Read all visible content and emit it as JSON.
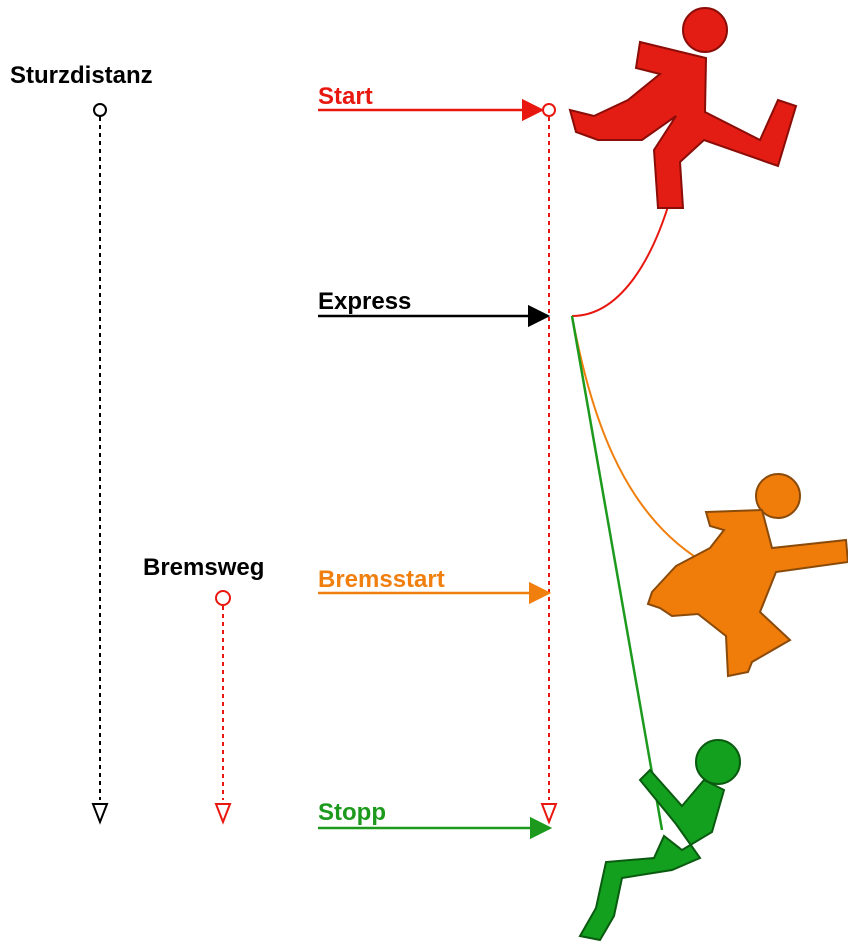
{
  "labels": {
    "sturzdistanz": "Sturzdistanz",
    "bremsweg": "Bremsweg",
    "start": "Start",
    "express": "Express",
    "bremsstart": "Bremsstart",
    "stopp": "Stopp"
  },
  "colors": {
    "start": "#e8170f",
    "express": "#000000",
    "bremsstart": "#f07f0e",
    "stopp": "#1d9a1d",
    "figure_red": "#e31c14",
    "figure_orange": "#f07c0a",
    "figure_green": "#13a01f"
  },
  "icons": [
    "climber-start-icon",
    "climber-braking-icon",
    "climber-stopped-icon"
  ]
}
